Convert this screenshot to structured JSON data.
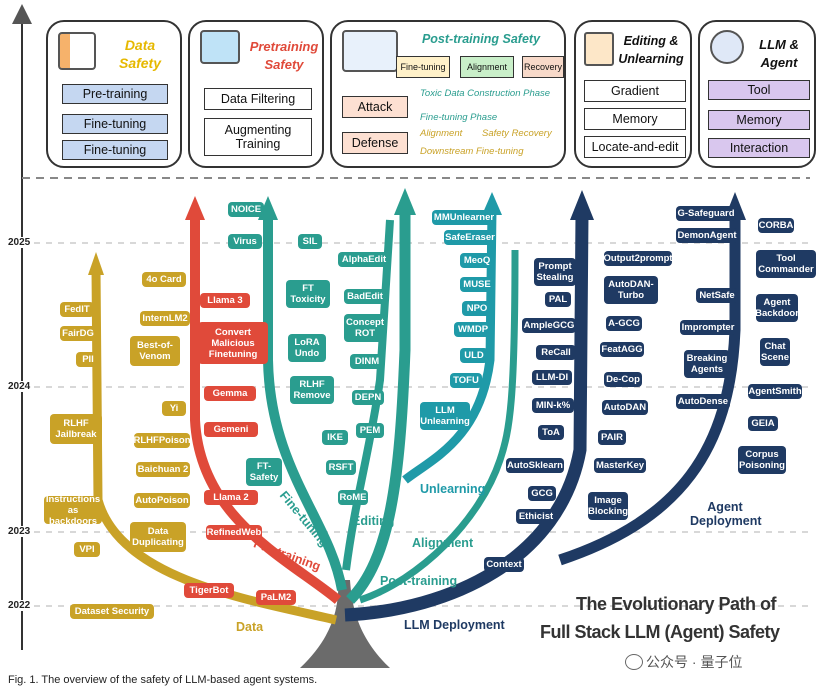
{
  "categories": {
    "data": {
      "title": "Data Safety",
      "items": [
        "Pre-training",
        "Fine-tuning",
        "Fine-tuning"
      ]
    },
    "pretraining": {
      "title": "Pretraining Safety",
      "items": [
        "Data Filtering",
        "Augmenting Training"
      ]
    },
    "post": {
      "title": "Post-training Safety",
      "tabs": [
        "Fine-tuning",
        "Alignment",
        "Recovery"
      ],
      "attack": "Attack",
      "defense": "Defense",
      "phases": [
        "Toxic Data Construction Phase",
        "Fine-tuning Phase",
        "Alignment",
        "Safety Recovery",
        "Downstream Fine-tuning"
      ]
    },
    "editing": {
      "title": "Editing & Unlearning",
      "items": [
        "Gradient",
        "Memory",
        "Locate-and-edit"
      ]
    },
    "agent": {
      "title": "LLM & Agent",
      "items": [
        "Tool",
        "Memory",
        "Interaction"
      ]
    }
  },
  "years": [
    "2025",
    "2024",
    "2023",
    "2022"
  ],
  "branches": {
    "data": "Data",
    "pretraining": "Pre-training",
    "finetuning": "Fine-tuning",
    "editing": "Editing",
    "unlearning": "Unlearning",
    "alignment": "Alignment",
    "posttraining": "Post-training",
    "deployment": "LLM Deployment",
    "agent": "Agent Deployment"
  },
  "nodes": {
    "data": [
      "FedIT",
      "FairDG",
      "PII",
      "RLHF Jailbreak",
      "Instructions as backdoors",
      "VPI",
      "Dataset Security"
    ],
    "pretraining": [
      "4o Card",
      "InternLM2",
      "Best-of-Venom",
      "Yi",
      "RLHFPoison",
      "Baichuan 2",
      "AutoPoison",
      "Data Duplicating",
      "Llama 3",
      "Convert Malicious Finetuning",
      "Gemma",
      "Gemeni",
      "Llama 2",
      "RefinedWeb",
      "TigerBot",
      "PaLM2"
    ],
    "finetuning": [
      "NOICE",
      "Virus",
      "SIL",
      "FT Toxicity",
      "LoRA Undo",
      "RLHF Remove",
      "IKE",
      "FT-Safety",
      "RSFT",
      "RoME"
    ],
    "editing": [
      "AlphaEdit",
      "BadEdit",
      "Concept ROT",
      "DINM",
      "DEPN",
      "PEM"
    ],
    "unlearning": [
      "MMUnlearner",
      "SafeEraser",
      "MeoQ",
      "MUSE",
      "NPO",
      "WMDP",
      "ULD",
      "TOFU",
      "LLM Unlearning"
    ],
    "alignment": [
      "Prompt Stealing",
      "PAL",
      "AmpleGCG",
      "ReCall",
      "LLM-DI",
      "MIN-k%",
      "ToA",
      "AutoSklearn",
      "GCG",
      "Ethicist",
      "Context"
    ],
    "agent": [
      "G-Safeguard",
      "DemonAgent",
      "CORBA",
      "Output2prompt",
      "Tool Commander",
      "AutoDAN-Turbo",
      "NetSafe",
      "Agent Backdoor",
      "A-GCG",
      "Imprompter",
      "FeatAGG",
      "Breaking Agents",
      "Chat Scene",
      "De-Cop",
      "AutoDAN",
      "AutoDense",
      "AgentSmith",
      "PAIR",
      "GEIA",
      "MasterKey",
      "Corpus Poisoning",
      "Image Blocking"
    ]
  },
  "title": [
    "The Evolutionary Path of",
    "Full Stack LLM (Agent) Safety"
  ],
  "caption": "Fig. 1. The overview of the safety of LLM-based agent systems.",
  "watermark": "公众号 · 量子位",
  "colors": {
    "data": "#c9a227",
    "pretraining": "#e04a3a",
    "finetuning": "#2a9d8f",
    "unlearning": "#1f9aa8",
    "agent": "#1f3a63",
    "trunk": "#6b6b6b"
  }
}
